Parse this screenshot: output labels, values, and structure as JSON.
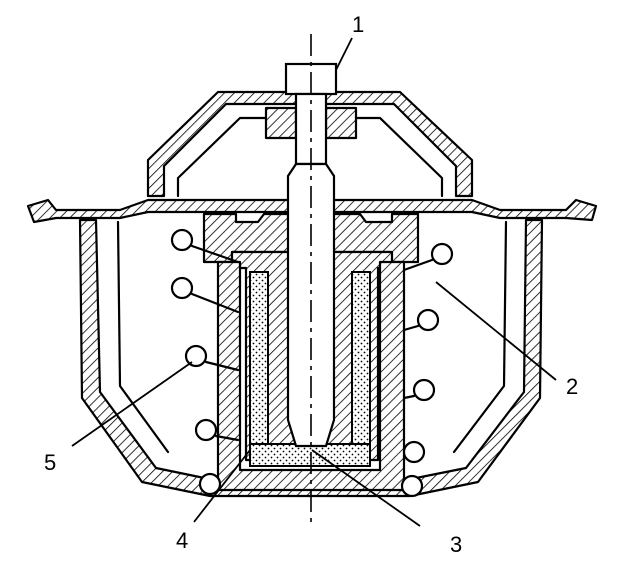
{
  "diagram": {
    "callouts": [
      {
        "id": "1",
        "label": "1"
      },
      {
        "id": "2",
        "label": "2"
      },
      {
        "id": "3",
        "label": "3"
      },
      {
        "id": "4",
        "label": "4"
      },
      {
        "id": "5",
        "label": "5"
      }
    ]
  },
  "colors": {
    "ink": "#000000",
    "paper": "#ffffff"
  }
}
